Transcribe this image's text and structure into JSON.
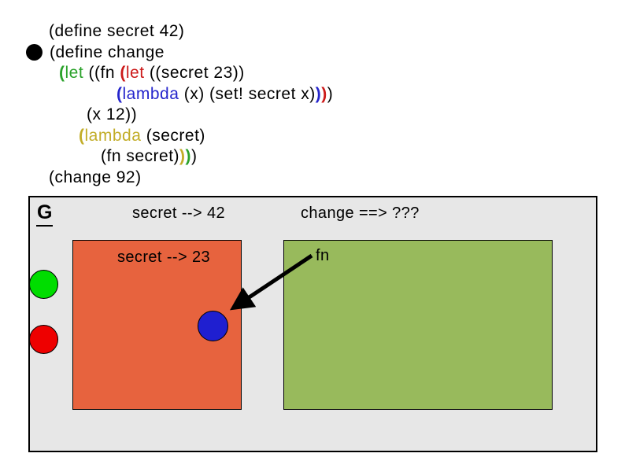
{
  "colors": {
    "green_kw": "#2aa22a",
    "red_kw": "#cc1a1a",
    "blue_kw": "#2525cc",
    "yellow_kw": "#c2ad28",
    "panel_bg": "#e7e7e7",
    "orange_frame": "#e7633e",
    "green_frame": "#98ba5c",
    "green_dot": "#00dd00",
    "red_dot": "#ee0000",
    "blue_dot": "#1f1fd0"
  },
  "code": {
    "lines": [
      {
        "indent": 62,
        "bullet": false,
        "segments": [
          {
            "text": "(define secret 42)",
            "color": "black",
            "bold": false
          }
        ]
      },
      {
        "indent": 63,
        "bullet": true,
        "segments": [
          {
            "text": "(define change",
            "color": "black",
            "bold": false
          }
        ]
      },
      {
        "indent": 75,
        "bullet": false,
        "segments": [
          {
            "text": "(",
            "color": "green",
            "bold": true
          },
          {
            "text": "let",
            "color": "green",
            "bold": false
          },
          {
            "text": " ((fn ",
            "color": "black",
            "bold": false
          },
          {
            "text": "(",
            "color": "red",
            "bold": true
          },
          {
            "text": "let",
            "color": "red",
            "bold": false
          },
          {
            "text": " ((secret 23))",
            "color": "black",
            "bold": false
          }
        ]
      },
      {
        "indent": 148,
        "bullet": false,
        "segments": [
          {
            "text": "(",
            "color": "blue",
            "bold": true
          },
          {
            "text": "lambda",
            "color": "blue",
            "bold": false
          },
          {
            "text": " (x) (set! secret x)",
            "color": "black",
            "bold": false
          },
          {
            "text": ")",
            "color": "blue",
            "bold": true
          },
          {
            "text": ")",
            "color": "red",
            "bold": true
          },
          {
            "text": ")",
            "color": "black",
            "bold": false
          }
        ]
      },
      {
        "indent": 110,
        "bullet": false,
        "segments": [
          {
            "text": "(x 12))",
            "color": "black",
            "bold": false
          }
        ]
      },
      {
        "indent": 100,
        "bullet": false,
        "segments": [
          {
            "text": "(",
            "color": "yellow",
            "bold": true
          },
          {
            "text": "lambda",
            "color": "yellow",
            "bold": false
          },
          {
            "text": " (secret)",
            "color": "black",
            "bold": false
          }
        ]
      },
      {
        "indent": 128,
        "bullet": false,
        "segments": [
          {
            "text": "(fn secret)",
            "color": "black",
            "bold": false
          },
          {
            "text": ")",
            "color": "yellow",
            "bold": true
          },
          {
            "text": ")",
            "color": "green",
            "bold": true
          },
          {
            "text": ")",
            "color": "black",
            "bold": false
          }
        ]
      },
      {
        "indent": 62,
        "bullet": false,
        "segments": [
          {
            "text": "(change 92)",
            "color": "black",
            "bold": false
          }
        ]
      }
    ]
  },
  "diagram": {
    "global_label": "G",
    "global_bindings": [
      {
        "name": "secret",
        "text": "secret --> 42"
      },
      {
        "name": "change",
        "text": "change ==> ???"
      }
    ],
    "orange_frame": {
      "binding": "secret --> 23"
    },
    "green_frame": {
      "label": "fn"
    }
  }
}
